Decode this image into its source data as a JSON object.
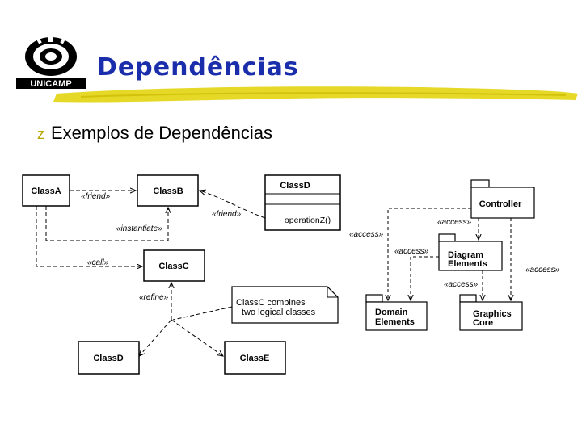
{
  "header": {
    "logo_text": "UNICAMP",
    "title": "Dependências"
  },
  "bullet": {
    "symbol": "z",
    "text": "Exemplos de Dependências"
  },
  "colors": {
    "title": "#1a2dab",
    "accent_underline": "#e2d100"
  },
  "left_diagram": {
    "classes": {
      "classA": "ClassA",
      "classB": "ClassB",
      "classC": "ClassC",
      "classD_top": "ClassD",
      "operation": "~ operationZ()",
      "classD_bottom": "ClassD",
      "classE": "ClassE"
    },
    "labels": {
      "friend1": "«friend»",
      "friend2": "«friend»",
      "instantiate": "«instantiate»",
      "call": "«call»",
      "refine": "«refine»"
    },
    "note": {
      "line1": "ClassC combines",
      "line2": "two logical classes"
    }
  },
  "right_diagram": {
    "packages": {
      "controller": "Controller",
      "diagram_line1": "Diagram",
      "diagram_line2": "Elements",
      "domain_line1": "Domain",
      "domain_line2": "Elements",
      "graphics_line1": "Graphics",
      "graphics_line2": "Core"
    },
    "labels": {
      "access1": "«access»",
      "access2": "«access»",
      "access3": "«access»",
      "access4": "«access»",
      "access5": "«access»"
    }
  }
}
